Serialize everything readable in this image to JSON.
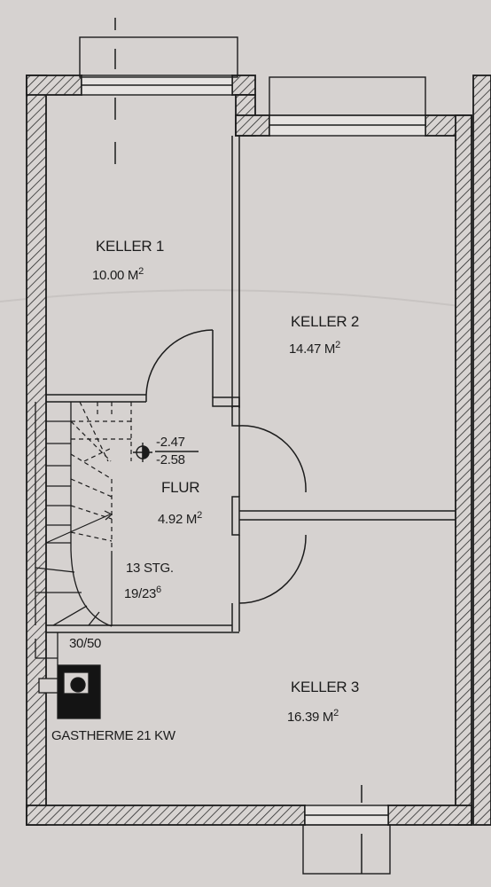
{
  "rooms": {
    "keller1": {
      "name": "KELLER 1",
      "area": "10.00 M",
      "exp": "2"
    },
    "keller2": {
      "name": "KELLER 2",
      "area": "14.47 M",
      "exp": "2"
    },
    "flur": {
      "name": "FLUR",
      "area": "4.92 M",
      "exp": "2"
    },
    "keller3": {
      "name": "KELLER 3",
      "area": "16.39 M",
      "exp": "2"
    }
  },
  "level": {
    "top": "-2.47",
    "bottom": "-2.58"
  },
  "stairs": {
    "steps": "13 STG.",
    "ratio": "19/23",
    "ratio_sup": "6"
  },
  "chimney": {
    "size": "30/50"
  },
  "boiler": {
    "label": "GASTHERME 21 KW"
  },
  "colors": {
    "paper": "#d6d2d0",
    "ink": "#1c1c1c",
    "chimney_fill": "#141414"
  }
}
